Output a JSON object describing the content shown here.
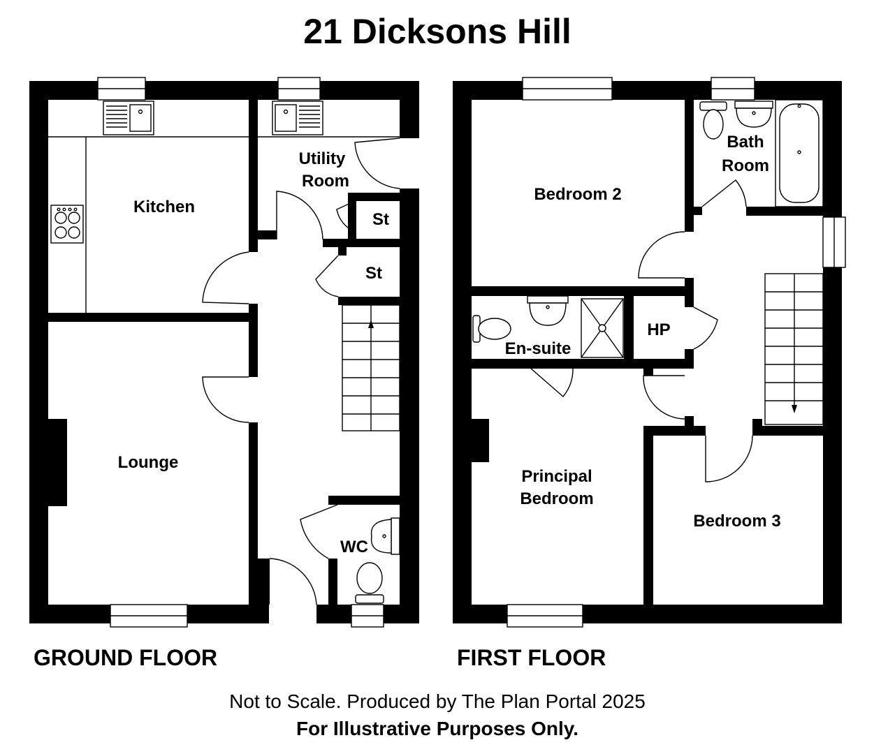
{
  "title": "21 Dicksons Hill",
  "floors": {
    "ground": {
      "label": "GROUND FLOOR",
      "rooms": {
        "kitchen": "Kitchen",
        "utility_line1": "Utility",
        "utility_line2": "Room",
        "store_upper": "St",
        "store_lower": "St",
        "lounge": "Lounge",
        "wc": "WC"
      }
    },
    "first": {
      "label": "FIRST FLOOR",
      "rooms": {
        "bedroom2": "Bedroom 2",
        "bathroom_line1": "Bath",
        "bathroom_line2": "Room",
        "ensuite": "En-suite",
        "hp": "HP",
        "principal_line1": "Principal",
        "principal_line2": "Bedroom",
        "bedroom3": "Bedroom 3"
      }
    }
  },
  "footer": {
    "line1": "Not to Scale. Produced by The Plan Portal 2025",
    "line2": "For Illustrative Purposes Only."
  }
}
